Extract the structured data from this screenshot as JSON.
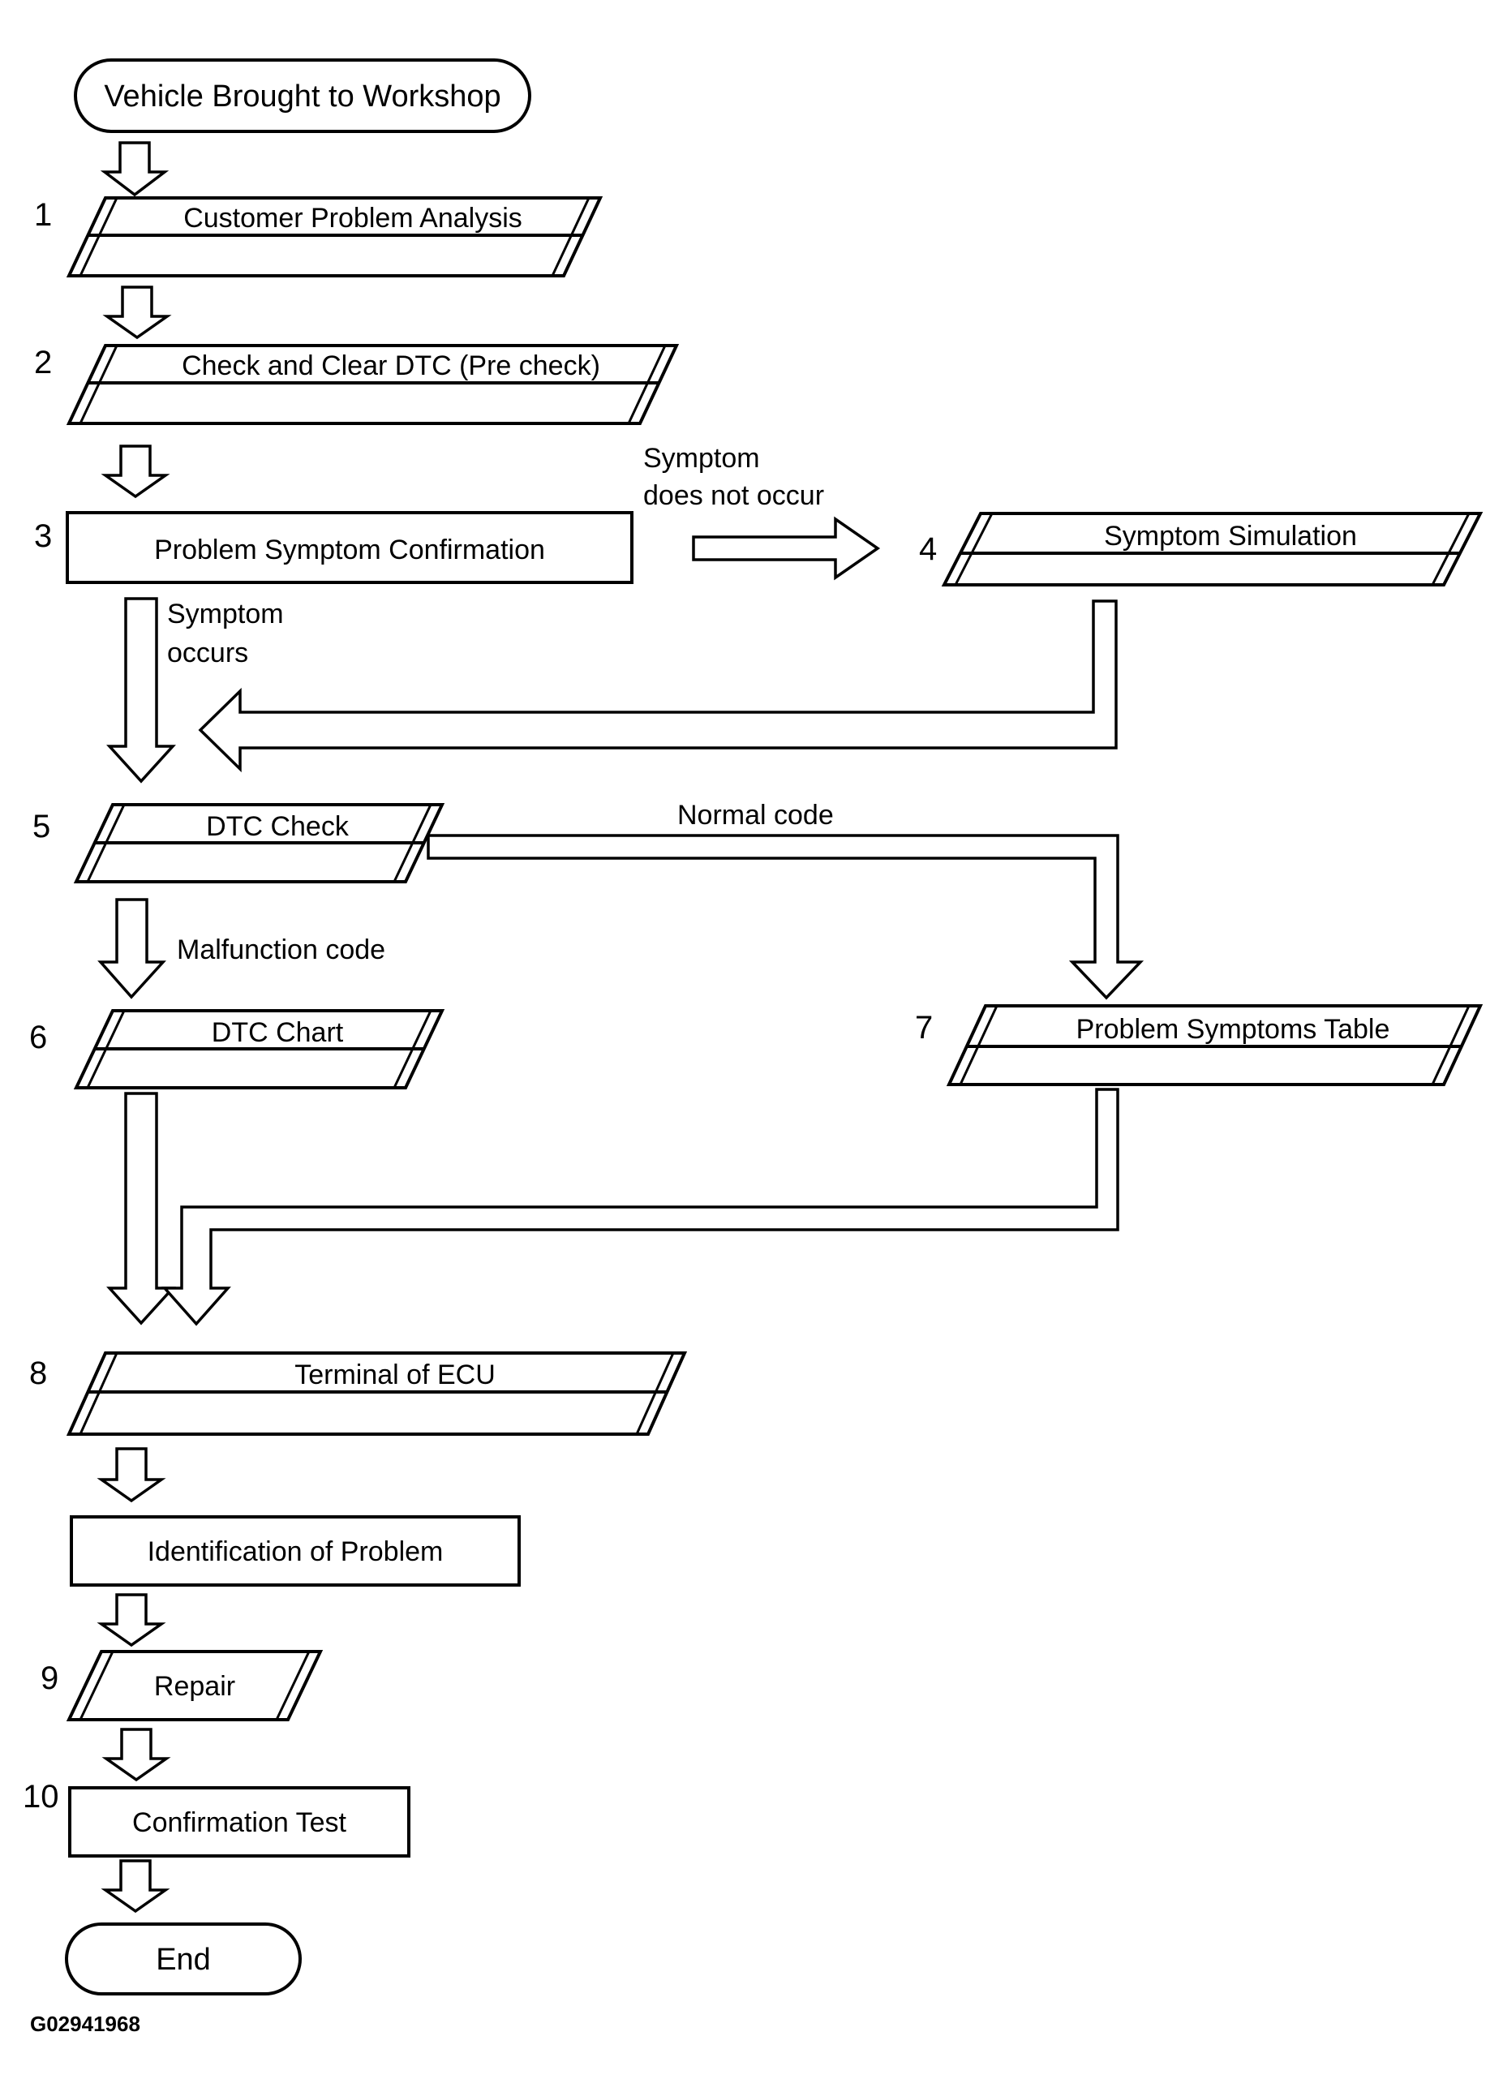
{
  "figure": {
    "code": "G02941968"
  },
  "terminators": {
    "start": "Vehicle Brought to Workshop",
    "end": "End"
  },
  "steps": [
    {
      "num": "1",
      "label": "Customer Problem Analysis"
    },
    {
      "num": "2",
      "label": "Check and Clear DTC (Pre check)"
    },
    {
      "num": "3",
      "label": "Problem Symptom Confirmation"
    },
    {
      "num": "4",
      "label": "Symptom Simulation"
    },
    {
      "num": "5",
      "label": "DTC Check"
    },
    {
      "num": "6",
      "label": "DTC Chart"
    },
    {
      "num": "7",
      "label": "Problem Symptoms Table"
    },
    {
      "num": "8",
      "label": "Terminal of ECU"
    },
    {
      "num": "9",
      "label": "Repair"
    },
    {
      "num": "10",
      "label": "Confirmation Test"
    }
  ],
  "process": {
    "identification": "Identification of Problem"
  },
  "edge_labels": {
    "symptom_does_not_occur": [
      "Symptom",
      "does not occur"
    ],
    "symptom_occurs": [
      "Symptom",
      "occurs"
    ],
    "normal_code": "Normal code",
    "malfunction_code": "Malfunction code"
  },
  "colors": {
    "stroke": "#000000",
    "background": "#ffffff"
  }
}
